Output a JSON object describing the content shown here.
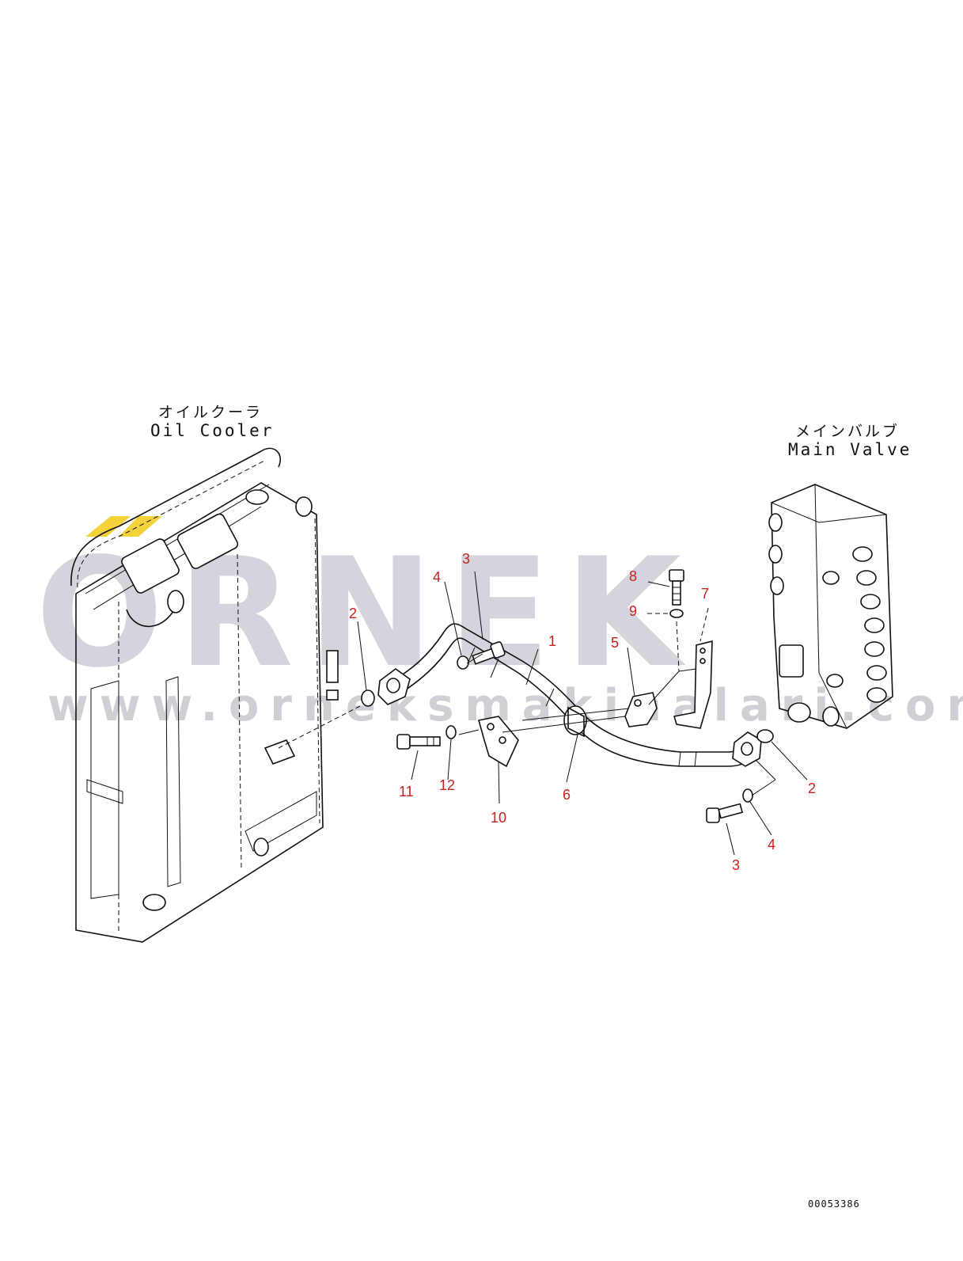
{
  "watermark": {
    "brand": "ORNEK",
    "url": "www.orneksmakinalari.com.tr"
  },
  "components": {
    "oil_cooler": {
      "label_jp": "オイルクーラ",
      "label_en": "Oil Cooler"
    },
    "main_valve": {
      "label_jp": "メインバルブ",
      "label_en": "Main Valve"
    }
  },
  "callouts": [
    {
      "id": "c1",
      "text": "1"
    },
    {
      "id": "c2a",
      "text": "2"
    },
    {
      "id": "c2b",
      "text": "2"
    },
    {
      "id": "c3a",
      "text": "3"
    },
    {
      "id": "c3b",
      "text": "3"
    },
    {
      "id": "c4a",
      "text": "4"
    },
    {
      "id": "c4b",
      "text": "4"
    },
    {
      "id": "c5",
      "text": "5"
    },
    {
      "id": "c6",
      "text": "6"
    },
    {
      "id": "c7",
      "text": "7"
    },
    {
      "id": "c8",
      "text": "8"
    },
    {
      "id": "c9",
      "text": "9"
    },
    {
      "id": "c10",
      "text": "10"
    },
    {
      "id": "c11",
      "text": "11"
    },
    {
      "id": "c12",
      "text": "12"
    }
  ],
  "drawing_code": "00053386",
  "colors": {
    "callout": "#c8201e",
    "line": "#111111",
    "watermark": "#d4d4dc",
    "accent": "#f3d23a"
  }
}
